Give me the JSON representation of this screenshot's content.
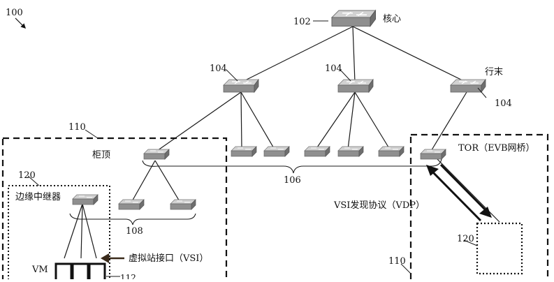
{
  "labels": {
    "fig_ref": "100",
    "core_ref": "102",
    "core_name": "核心",
    "agg_ref_1": "104",
    "agg_ref_2": "104",
    "end_of_row": "行末",
    "agg_ref_3": "104",
    "rack_ref": "110",
    "top_of_rack": "柜顶",
    "bridge_ref": "120",
    "edge_relay": "边缘中继器",
    "brace_106": "106",
    "brace_108": "108",
    "tor_evb": "TOR（EVB网桥）",
    "vdp": "VSI发现协议（VDP）",
    "bridge_ref_2": "120",
    "vsi": "虚拟站接口（VSI）",
    "rack_ref_2": "110",
    "vm": "VM",
    "vm_ref": "112"
  },
  "colors": {
    "switch_top": "#c9c9c9",
    "switch_front": "#8f8f8f",
    "line": "#1a1a1a"
  }
}
